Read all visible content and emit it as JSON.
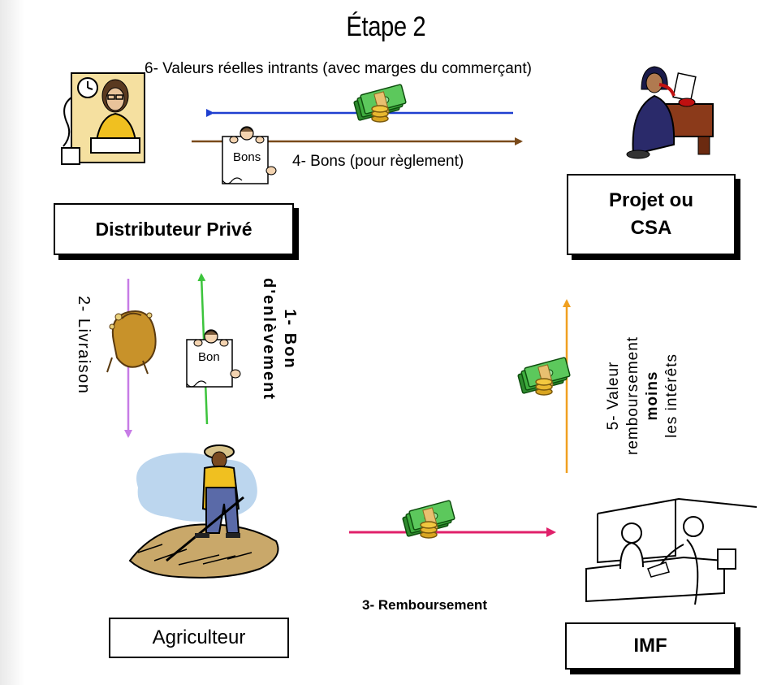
{
  "title": "Étape 2",
  "nodes": {
    "distributeur": "Distributeur Privé",
    "projet_line1": "Projet ou",
    "projet_line2": "CSA",
    "agriculteur": "Agriculteur",
    "imf": "IMF"
  },
  "flows": {
    "f1_line1": "1- Bon",
    "f1_line2": "d'enlèvement",
    "f2": "2- Livraison",
    "f3": "3- Remboursement",
    "f4": "4- Bons (pour règlement)",
    "f5_line1": "5- Valeur",
    "f5_line2": "remboursement",
    "f5_line3": "moins",
    "f5_line4": "les intérêts",
    "f6": "6- Valeurs réelles intrants (avec marges du commerçant)"
  },
  "document_labels": {
    "bons": "Bons",
    "bon": "Bon"
  },
  "colors": {
    "arrow_blue": "#1f3fd0",
    "arrow_brown": "#7a4a1a",
    "arrow_violet": "#c77ce6",
    "arrow_green": "#3cc43c",
    "arrow_magenta": "#e0206a",
    "arrow_orange": "#f0a020"
  },
  "icons": [
    "money-icon",
    "document-icon",
    "grain-sack-icon",
    "office-worker-icon",
    "businessman-icon",
    "farmer-icon",
    "bank-counter-icon"
  ]
}
